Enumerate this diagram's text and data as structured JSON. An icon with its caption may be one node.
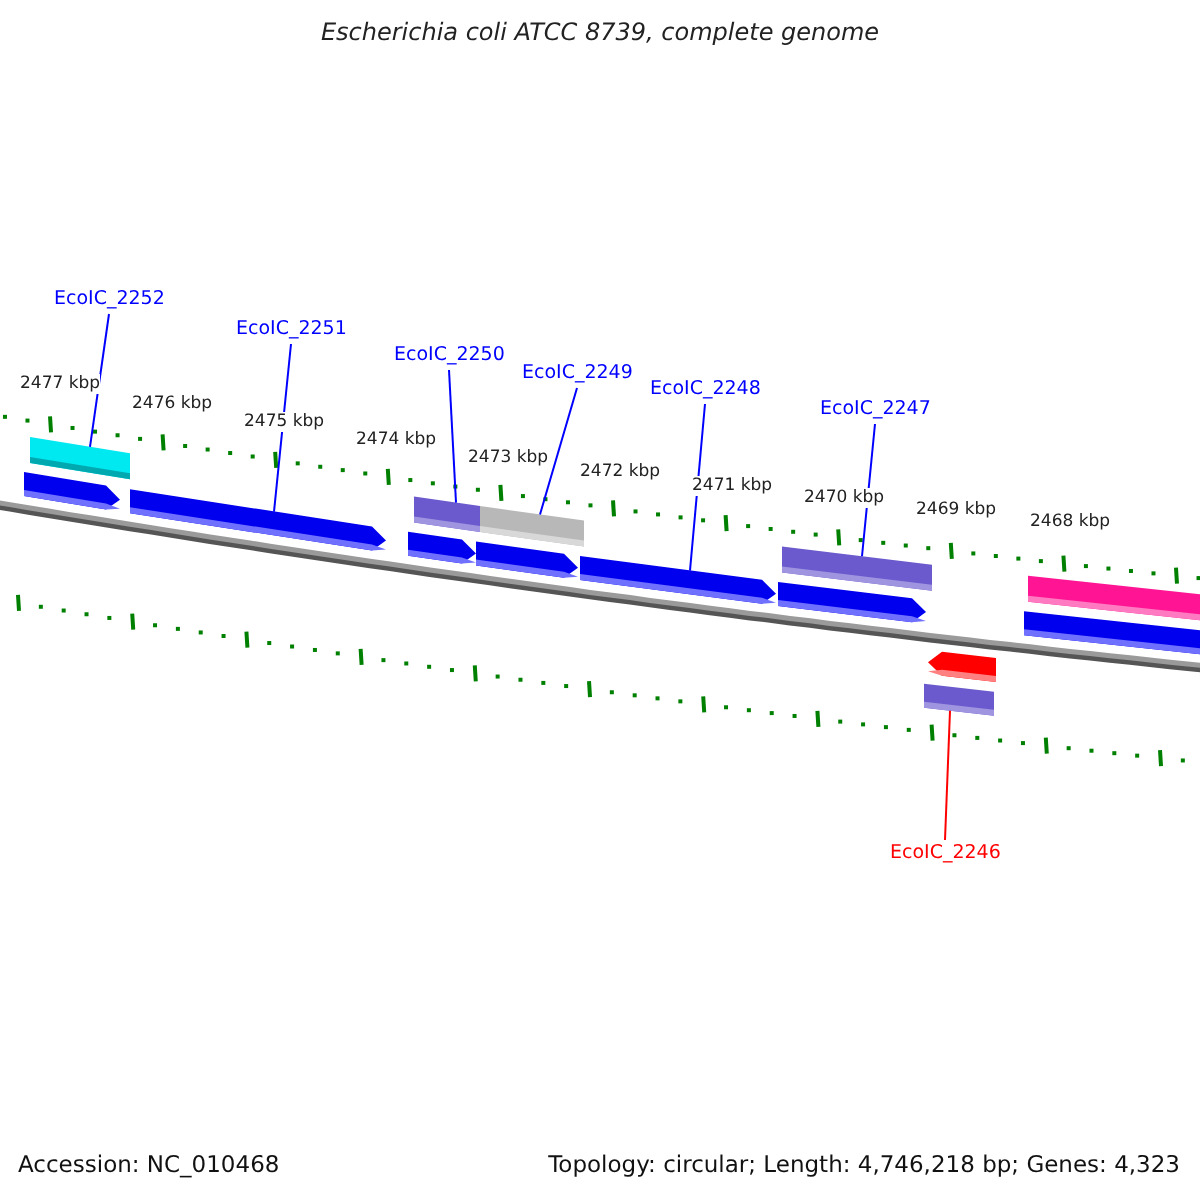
{
  "diagram": {
    "title": "Escherichia coli ATCC 8739, complete genome",
    "nodes": [
      {
        "text": [
          "EcoIC_2252"
        ]
      },
      {
        "text": [
          "EcoIC_2251"
        ]
      },
      {
        "text": [
          "EcoIC_2250"
        ]
      },
      {
        "text": [
          "EcoIC_2249"
        ]
      },
      {
        "text": [
          "EcoIC_2248"
        ]
      },
      {
        "text": [
          "EcoIC_2247"
        ]
      },
      {
        "text": [
          "EcoIC_2246"
        ]
      },
      {
        "text": [],
        "shape": "bar"
      },
      {
        "text": [],
        "shape": "pentagon"
      },
      {
        "text": [],
        "shape": "pentagon"
      },
      {
        "text": [],
        "shape": "bar"
      },
      {
        "text": [],
        "shape": "bar"
      },
      {
        "text": [],
        "shape": "pentagon"
      },
      {
        "text": [],
        "shape": "pentagon"
      },
      {
        "text": [],
        "shape": "pentagon"
      },
      {
        "text": [],
        "shape": "pentagon"
      },
      {
        "text": [],
        "shape": "bar"
      },
      {
        "text": [],
        "shape": "bar"
      },
      {
        "text": [],
        "shape": "bar"
      },
      {
        "text": [],
        "shape": "pentagon"
      },
      {
        "text": [],
        "shape": "bar"
      }
    ],
    "edges": [
      {
        "from": 0,
        "to": 7,
        "arrow": "none"
      },
      {
        "from": 1,
        "to": 9,
        "arrow": "none"
      },
      {
        "from": 2,
        "to": 10,
        "arrow": "none"
      },
      {
        "from": 3,
        "to": 11,
        "arrow": "none"
      },
      {
        "from": 4,
        "to": 14,
        "arrow": "none"
      },
      {
        "from": 5,
        "to": 16,
        "arrow": "none"
      },
      {
        "from": 6,
        "to": 20,
        "arrow": "none",
        "color": "#ff0000"
      }
    ],
    "labels": [
      "2477 kbp",
      "2476 kbp",
      "2475 kbp",
      "2474 kbp",
      "2473 kbp",
      "2472 kbp",
      "2471 kbp",
      "2470 kbp",
      "2469 kbp",
      "2468 kbp",
      "Accession: NC_010468",
      "Topology: circular; Length: 4,746,218 bp; Genes: 4,323"
    ]
  }
}
